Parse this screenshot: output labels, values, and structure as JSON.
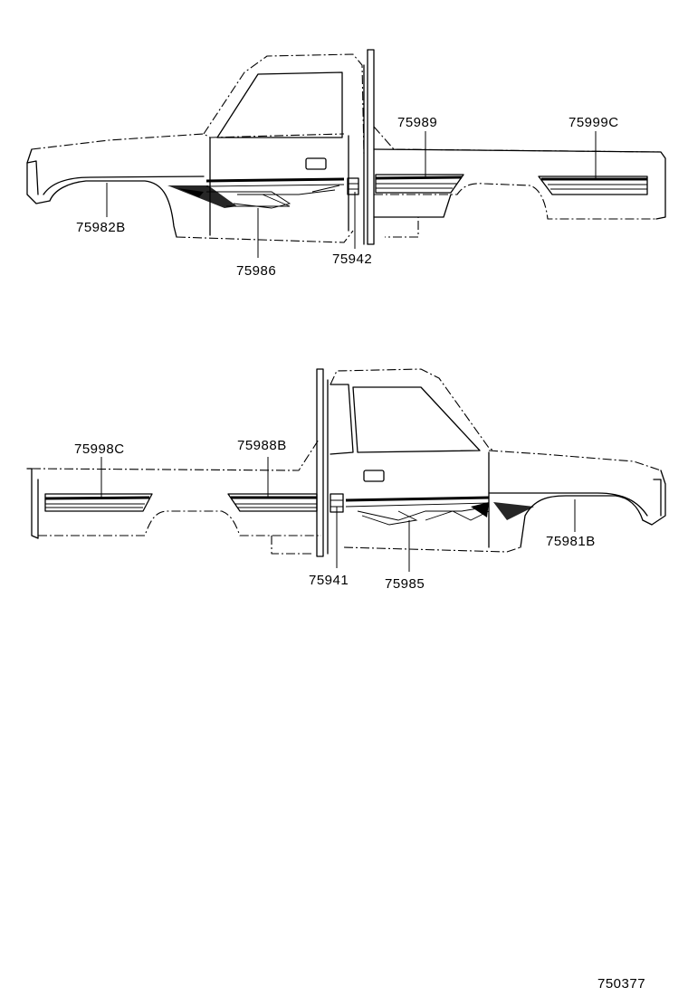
{
  "top_view": {
    "labels": {
      "stripe_side_bed_rear": "75999C",
      "stripe_side_bed_front": "75989",
      "stripe_front_fender": "75982B",
      "stripe_door": "75986",
      "stripe_cab_pillar": "75942"
    }
  },
  "bottom_view": {
    "labels": {
      "stripe_side_bed_rear": "75998C",
      "stripe_side_bed_front": "75988B",
      "stripe_front_fender": "75981B",
      "stripe_door": "75985",
      "stripe_cab_pillar": "75941"
    }
  },
  "drawing_code": "750377"
}
